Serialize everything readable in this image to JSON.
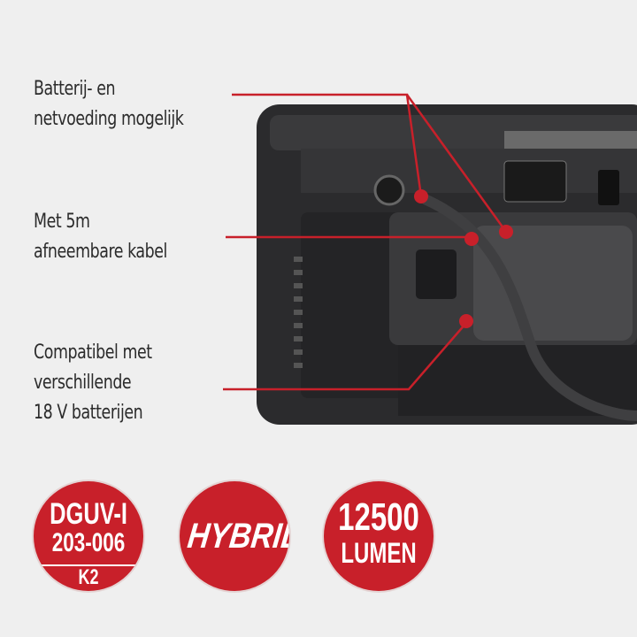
{
  "callouts": [
    {
      "lines": [
        "Batterij- en",
        "netvoeding mogelijk"
      ]
    },
    {
      "lines": [
        "Met 5m",
        "afneembare kabel"
      ]
    },
    {
      "lines": [
        "Compatibel met",
        "verschillende",
        "18 V batterijen"
      ]
    }
  ],
  "badges": {
    "dguv": {
      "line1": "DGUV-I",
      "line2": "203-006",
      "line3": "K2"
    },
    "hybrid": {
      "line1": "HYBRID"
    },
    "lumen": {
      "line1": "12500",
      "line2": "LUMEN"
    }
  },
  "colors": {
    "accent": "#c8202a",
    "background": "#efefef",
    "device": "#2e2e30"
  }
}
